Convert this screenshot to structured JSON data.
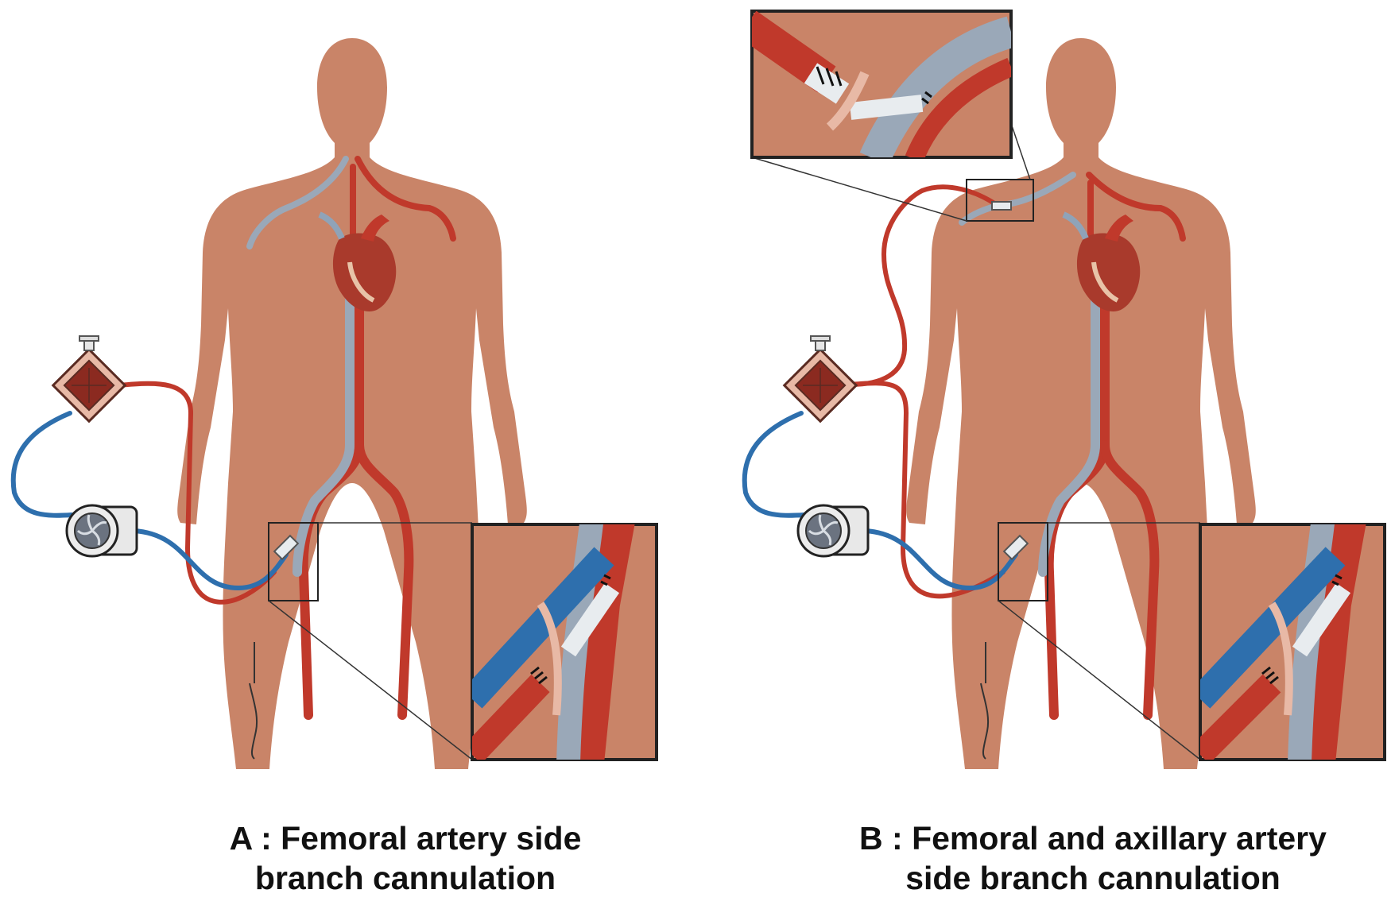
{
  "panels": [
    {
      "id": "A",
      "caption_line1": "A : Femoral artery side",
      "caption_line2": "branch cannulation"
    },
    {
      "id": "B",
      "caption_line1": "B : Femoral and axillary artery",
      "caption_line2": "side branch cannulation"
    }
  ],
  "colors": {
    "skin": "#c98468",
    "skin_dark": "#b8735a",
    "artery": "#c0392b",
    "vein": "#2e6fad",
    "vein_gray": "#9aa8b8",
    "graft": "#e8ecef",
    "frame": "#222222"
  }
}
